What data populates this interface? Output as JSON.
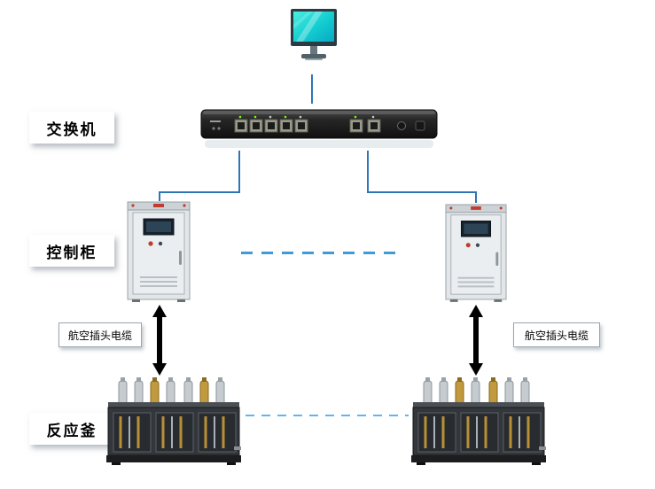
{
  "diagram": {
    "labels": {
      "switch": "交换机",
      "cabinet": "控制柜",
      "reactor": "反应釜",
      "cable_left": "航空插头电缆",
      "cable_right": "航空插头电缆"
    },
    "colors": {
      "connector_line": "#2e75b6",
      "dashed_line_cabinet": "#3f9ad6",
      "dashed_line_reactor": "#63b5e8",
      "arrow": "#000000",
      "monitor_screen": "#19dcd2",
      "label_text": "#000000"
    },
    "icons": {
      "monitor": "computer-monitor-icon",
      "switch": "network-switch-icon",
      "cabinet_left": "control-cabinet-icon",
      "cabinet_right": "control-cabinet-icon",
      "reactor_left": "reactor-vessel-icon",
      "reactor_right": "reactor-vessel-icon",
      "arrow_left": "double-arrow-icon",
      "arrow_right": "double-arrow-icon"
    }
  }
}
